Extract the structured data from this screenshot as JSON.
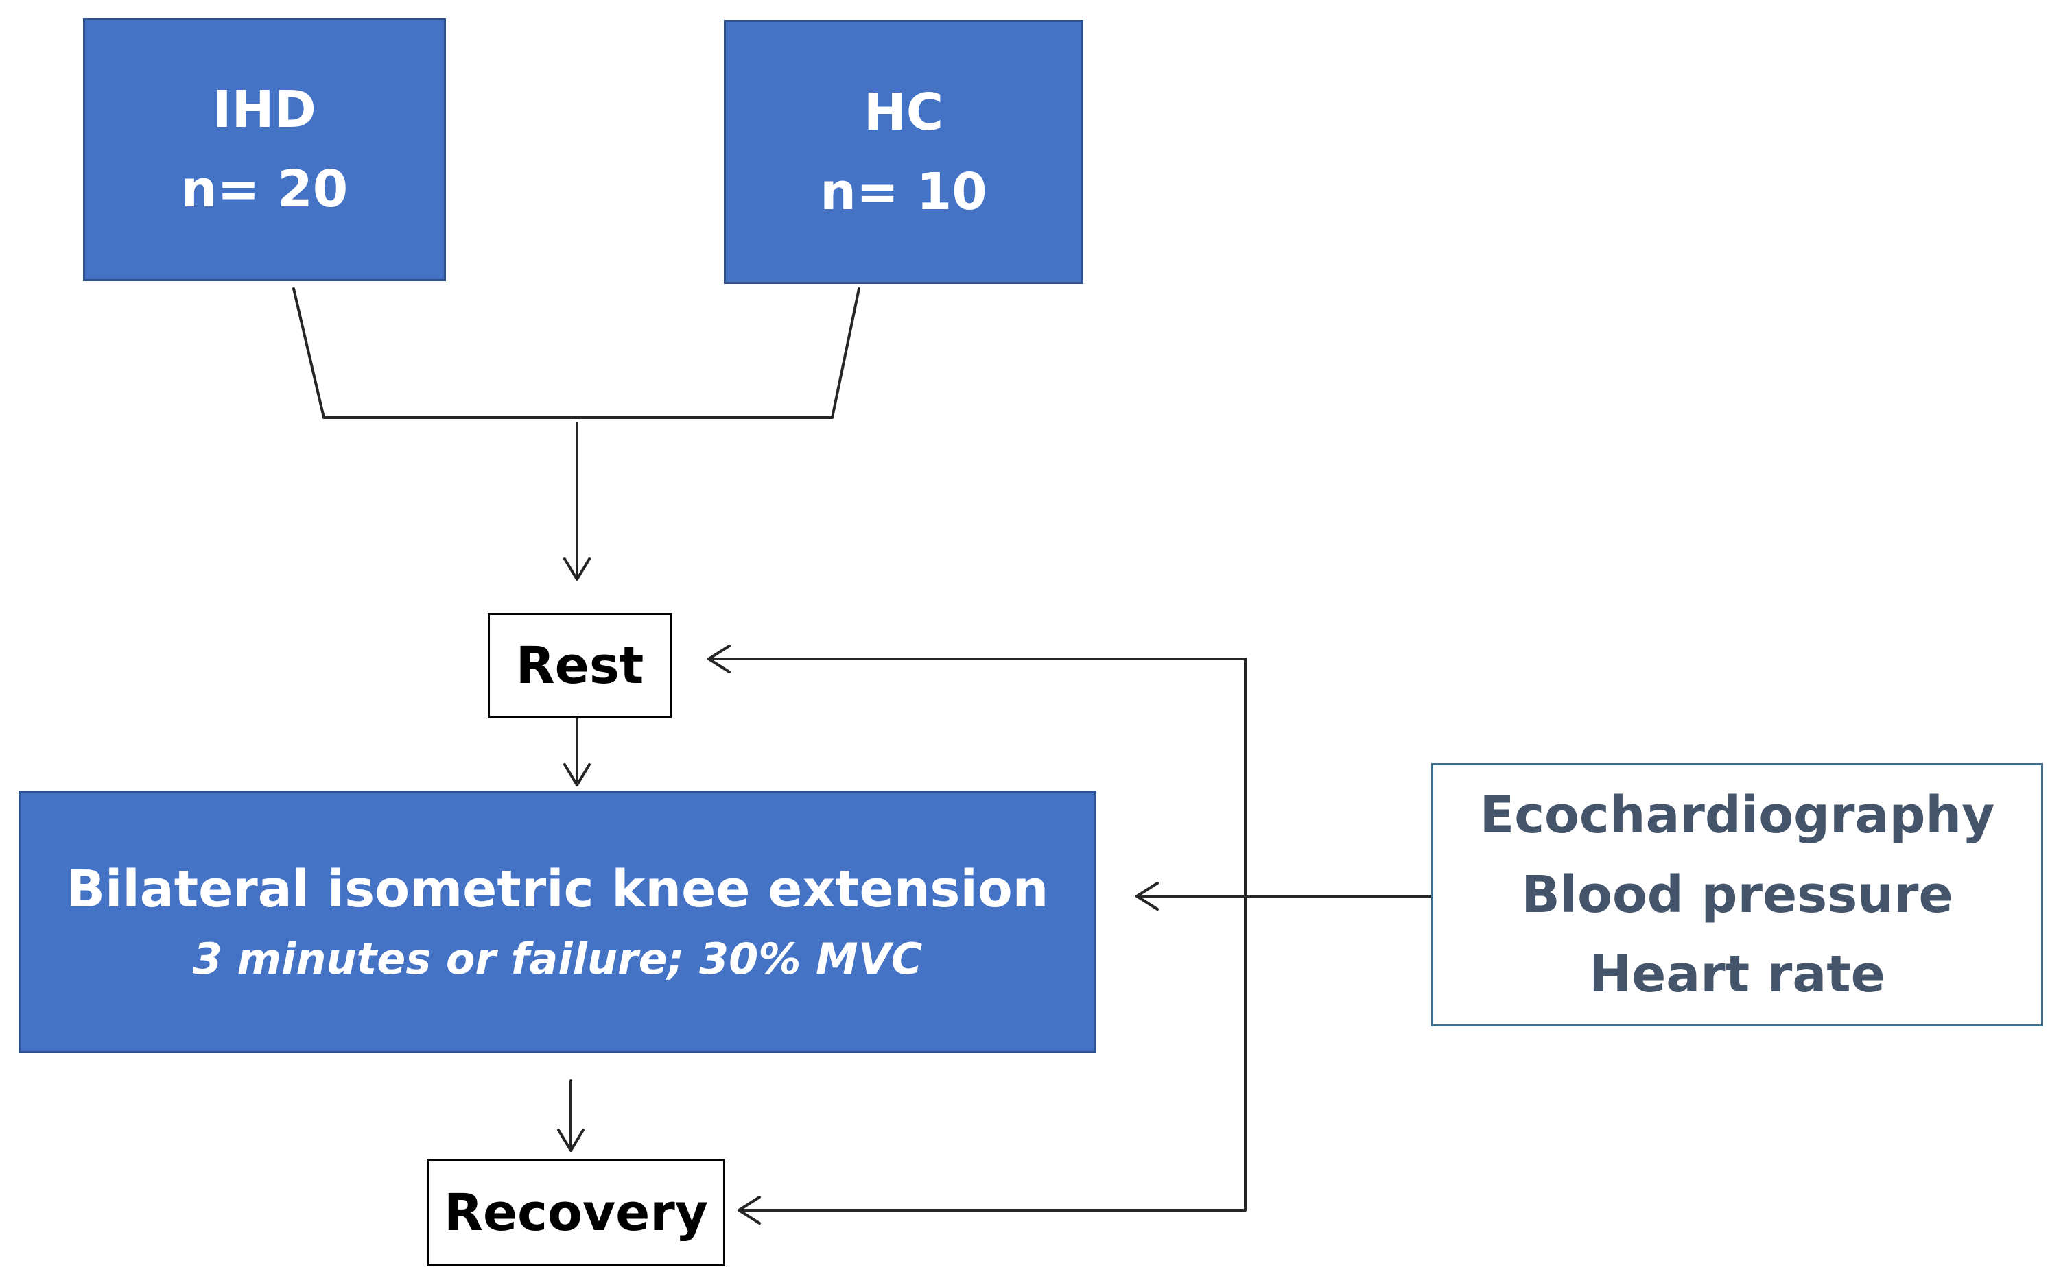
{
  "groups": [
    {
      "name": "IHD",
      "count": "n= 20"
    },
    {
      "name": "HC",
      "count": "n= 10"
    }
  ],
  "steps": {
    "rest": "Rest",
    "exercise_title": "Bilateral isometric knee extension",
    "exercise_detail": "3 minutes or failure; 30% MVC",
    "recovery": "Recovery"
  },
  "measurements": [
    "Ecochardiography",
    "Blood pressure",
    "Heart rate"
  ],
  "colors": {
    "box_fill": "#4472c4",
    "box_border": "#2f528f",
    "measure_text": "#44546a",
    "measure_border": "#3f6f8f",
    "line": "#262626"
  }
}
